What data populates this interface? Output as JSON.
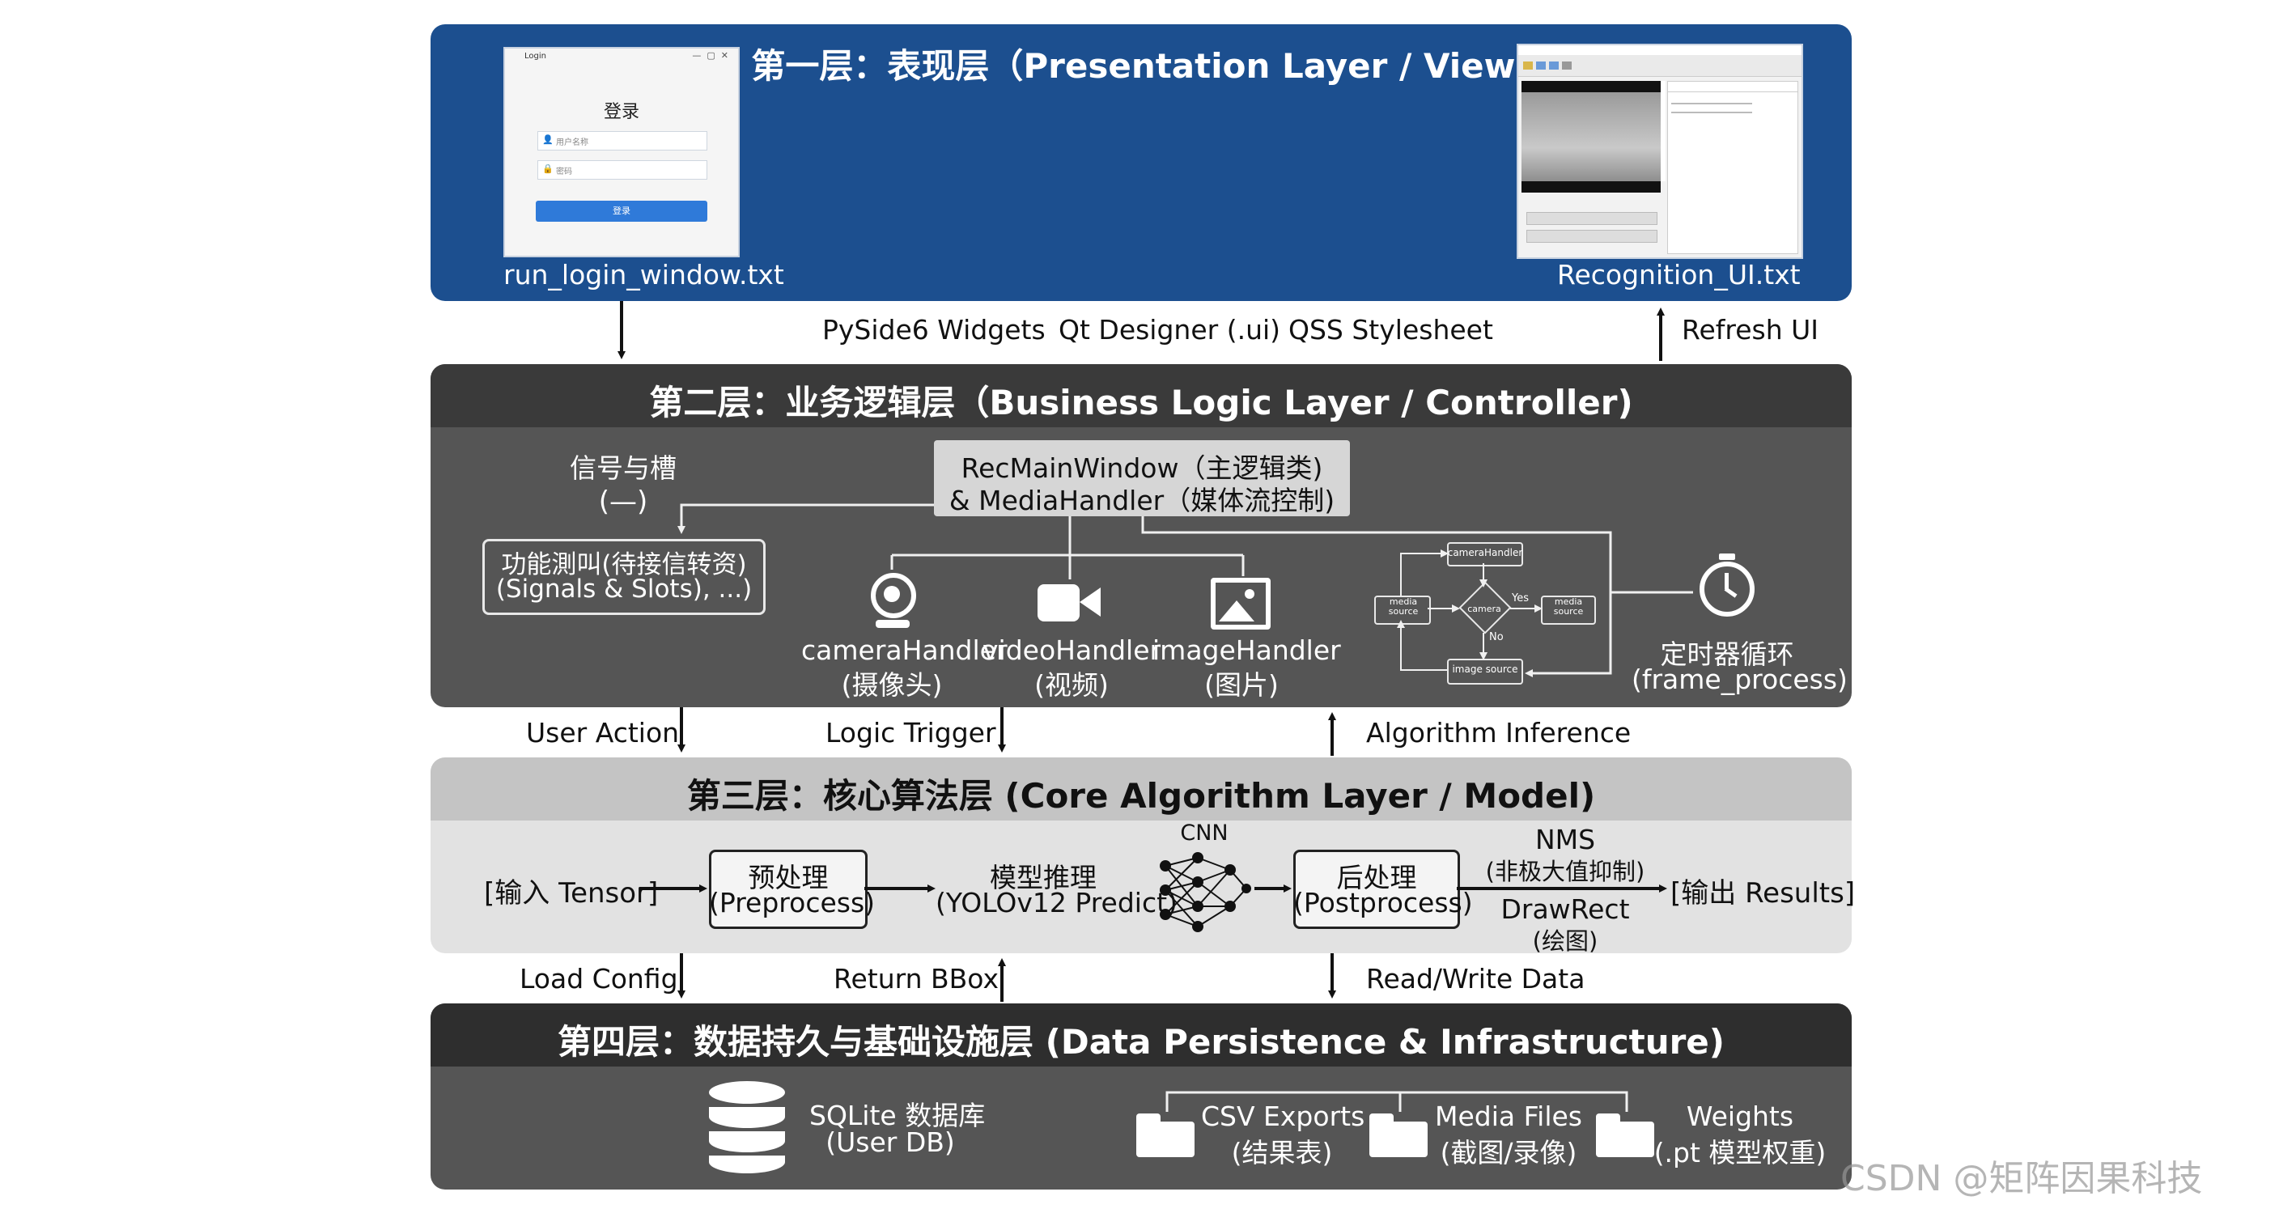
{
  "layer1": {
    "title": "第一层：表现层（Presentation Layer / View)",
    "login_file": "run_login_window.txt",
    "recognition_file": "Recognition_UI.txt",
    "login_window": {
      "title": "Login",
      "heading": "登录",
      "username_placeholder": "用户名称",
      "password_placeholder": "密码",
      "button": "登录"
    }
  },
  "between_1_2": {
    "widgets": "PySide6 Widgets",
    "designer": "Qt Designer (.ui)",
    "qss": "QSS Stylesheet",
    "refresh": "Refresh UI"
  },
  "layer2": {
    "title": "第二层：业务逻辑层（Business Logic Layer / Controller)",
    "signal_title": "信号与槽",
    "signal_symbol": "(—)",
    "func_line1": "功能測叫(待接信转资)",
    "func_line2": "(Signals & Slots), ...)",
    "main_line1": "RecMainWindow（主逻辑类)",
    "main_line2": "& MediaHandler（媒体流控制)",
    "camera": {
      "name": "cameraHandler",
      "sub": "(摄像头)"
    },
    "video": {
      "name": "videoHandler",
      "sub": "(视频)"
    },
    "image": {
      "name": "imageHandler",
      "sub": "(图片)"
    },
    "flow": {
      "camera_handler": "cameraHandler",
      "media_source_left": "media source",
      "camera": "camera",
      "yes": "Yes",
      "no": "No",
      "media_source_right": "media source",
      "image_source": "image source"
    },
    "timer_title": "定时器循环",
    "timer_sub": "(frame_process)"
  },
  "between_2_3": {
    "user_action": "User Action",
    "logic_trigger": "Logic Trigger",
    "algorithm": "Algorithm Inference"
  },
  "layer3": {
    "title": "第三层：核心算法层 (Core Algorithm Layer / Model)",
    "input": "[输入 Tensor]",
    "pre_line1": "预处理",
    "pre_line2": "(Preprocess)",
    "model_line1": "模型推理",
    "model_line2": "(YOLOv12 Predict)",
    "cnn": "CNN",
    "post_line1": "后处理",
    "post_line2": "(Postprocess)",
    "nms": "NMS",
    "nms_sub": "(非极大值抑制)",
    "drawrect": "DrawRect",
    "drawrect_sub": "(绘图)",
    "output": "[输出 Results]"
  },
  "between_3_4": {
    "load_config": "Load Config",
    "return_bbox": "Return BBox",
    "read_write": "Read/Write Data"
  },
  "layer4": {
    "title": "第四层：数据持久与基础设施层 (Data Persistence & Infrastructure)",
    "db_line1": "SQLite 数据库",
    "db_line2": "(User DB)",
    "csv_line1": "CSV Exports",
    "csv_line2": "(结果表)",
    "media_line1": "Media Files",
    "media_line2": "(截图/录像)",
    "weights_line1": "Weights",
    "weights_line2": "(.pt 模型权重)"
  },
  "watermark": "CSDN @矩阵因果科技",
  "colors": {
    "layer1": "#1c4f8f",
    "layer2_header": "#3a3a3a",
    "layer2_body": "#555555",
    "layer3_header": "#c4c4c4",
    "layer3_body": "#e2e2e2",
    "layer4_header": "#2e2e2e",
    "layer4_body": "#555555"
  }
}
